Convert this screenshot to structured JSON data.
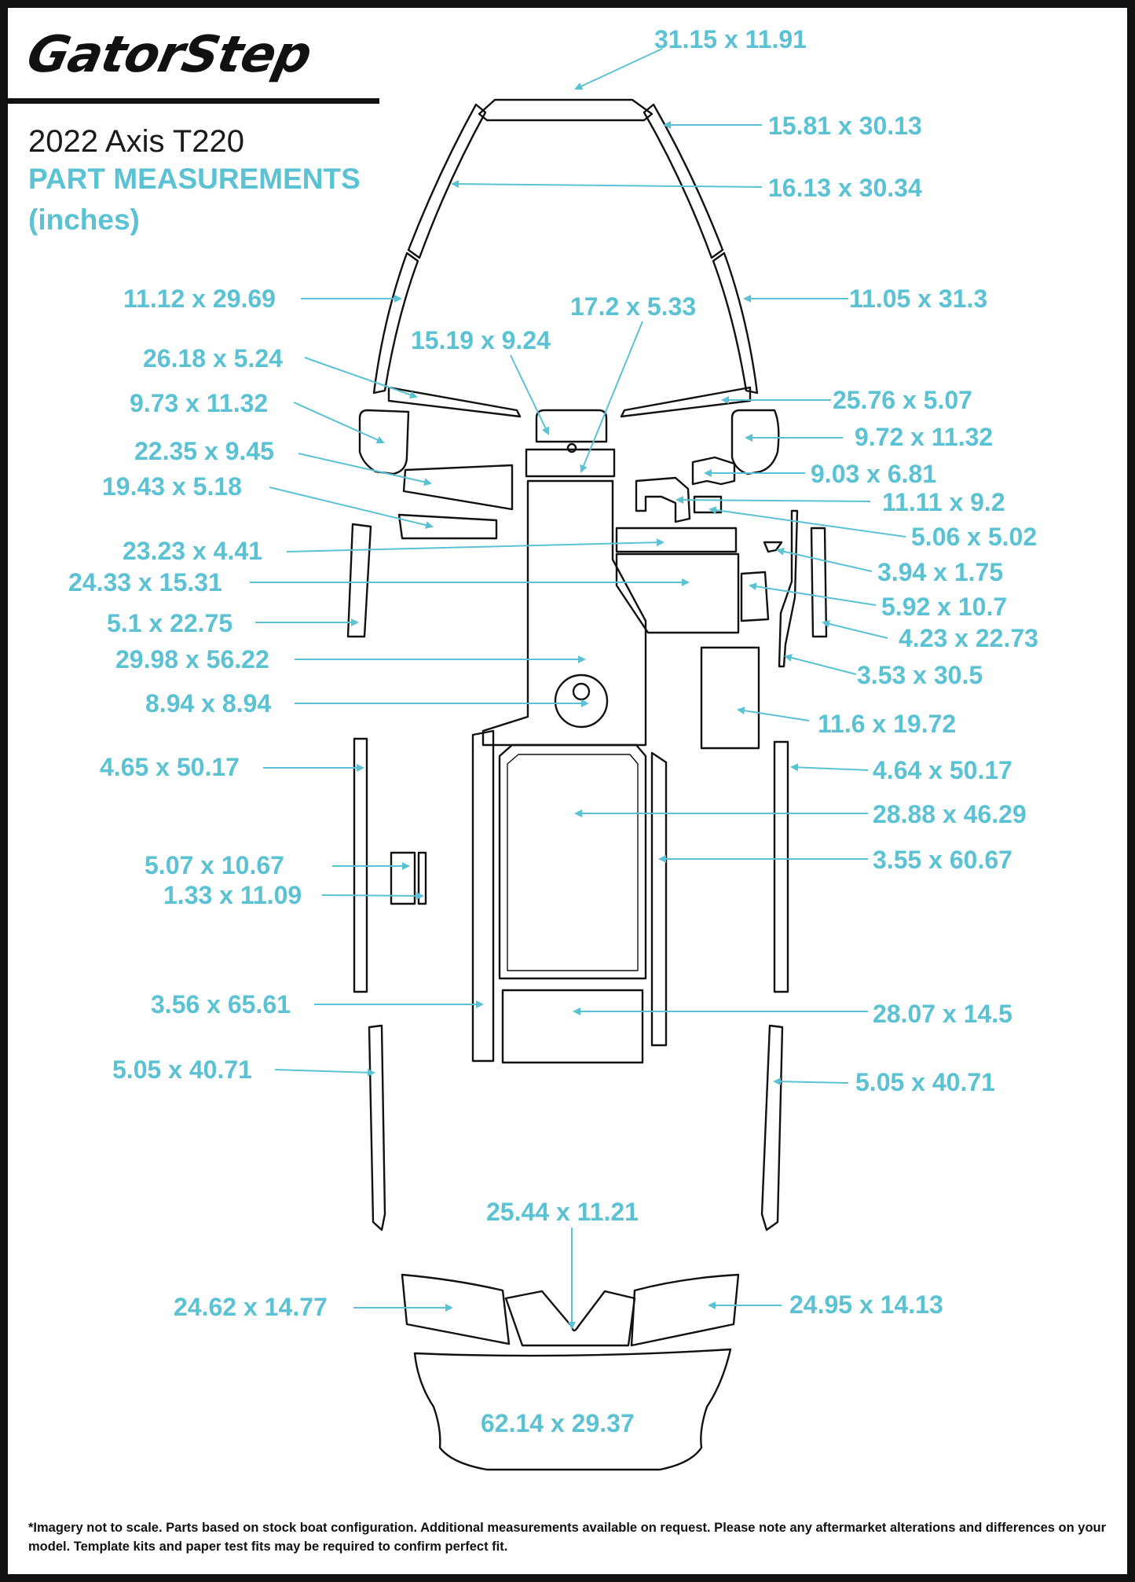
{
  "brand": {
    "logo_text": "GatorStep",
    "ink": "#111111"
  },
  "header": {
    "model": "2022 Axis T220",
    "title": "PART MEASUREMENTS",
    "units": "(inches)"
  },
  "colors": {
    "accent": "#5bc2d3",
    "outline": "#111111"
  },
  "measurements": [
    {
      "id": "bow-top",
      "label": "31.15 x 11.91"
    },
    {
      "id": "bow-r1",
      "label": "15.81 x 30.13"
    },
    {
      "id": "bow-l1",
      "label": "16.13 x 30.34"
    },
    {
      "id": "bow-l2",
      "label": "11.12 x 29.69"
    },
    {
      "id": "bow-r2",
      "label": "11.05 x 31.3"
    },
    {
      "id": "fwd-tray",
      "label": "17.2 x 5.33"
    },
    {
      "id": "hatch-lid",
      "label": "15.19 x 9.24"
    },
    {
      "id": "l-strip",
      "label": "26.18 x 5.24"
    },
    {
      "id": "r-strip",
      "label": "25.76 x 5.07"
    },
    {
      "id": "l-pad",
      "label": "9.73 x 11.32"
    },
    {
      "id": "r-pad",
      "label": "9.72 x 11.32"
    },
    {
      "id": "l-step",
      "label": "22.35 x 9.45"
    },
    {
      "id": "dash-bracket",
      "label": "9.03 x 6.81"
    },
    {
      "id": "l-step-2",
      "label": "19.43 x 5.18"
    },
    {
      "id": "dash-piece",
      "label": "11.11 x 9.2"
    },
    {
      "id": "small-square",
      "label": "5.06 x 5.02"
    },
    {
      "id": "dash-strip",
      "label": "23.23 x 4.41"
    },
    {
      "id": "tiny-tab",
      "label": "3.94 x 1.75"
    },
    {
      "id": "console-floor",
      "label": "24.33 x 15.31"
    },
    {
      "id": "r-small",
      "label": "5.92 x 10.7"
    },
    {
      "id": "l-bar",
      "label": "5.1 x 22.75"
    },
    {
      "id": "r-bar",
      "label": "4.23 x 22.73"
    },
    {
      "id": "main-floor",
      "label": "29.98 x 56.22"
    },
    {
      "id": "r-slim",
      "label": "3.53 x 30.5"
    },
    {
      "id": "cup",
      "label": "8.94 x 8.94"
    },
    {
      "id": "r-panel",
      "label": "11.6 x 19.72"
    },
    {
      "id": "l-long",
      "label": "4.65 x 50.17"
    },
    {
      "id": "r-long",
      "label": "4.64 x 50.17"
    },
    {
      "id": "center-hatch",
      "label": "28.88 x 46.29"
    },
    {
      "id": "small-a",
      "label": "5.07 x 10.67"
    },
    {
      "id": "r-gunwale",
      "label": "3.55 x 60.67"
    },
    {
      "id": "small-b",
      "label": "1.33 x 11.09"
    },
    {
      "id": "l-gunwale",
      "label": "3.56 x 65.61"
    },
    {
      "id": "aft-hatch",
      "label": "28.07 x 14.5"
    },
    {
      "id": "l-aft",
      "label": "5.05 x 40.71"
    },
    {
      "id": "r-aft",
      "label": "5.05 x 40.71"
    },
    {
      "id": "stern-center",
      "label": "25.44 x 11.21"
    },
    {
      "id": "stern-left",
      "label": "24.62 x 14.77"
    },
    {
      "id": "stern-right",
      "label": "24.95 x 14.13"
    },
    {
      "id": "swim-platform",
      "label": "62.14 x 29.37"
    }
  ],
  "footnote": "*Imagery not to scale. Parts based on stock boat configuration. Additional measurements available on request. Please note any aftermarket alterations and differences on your model. Template kits and paper test fits may be required to confirm perfect fit."
}
